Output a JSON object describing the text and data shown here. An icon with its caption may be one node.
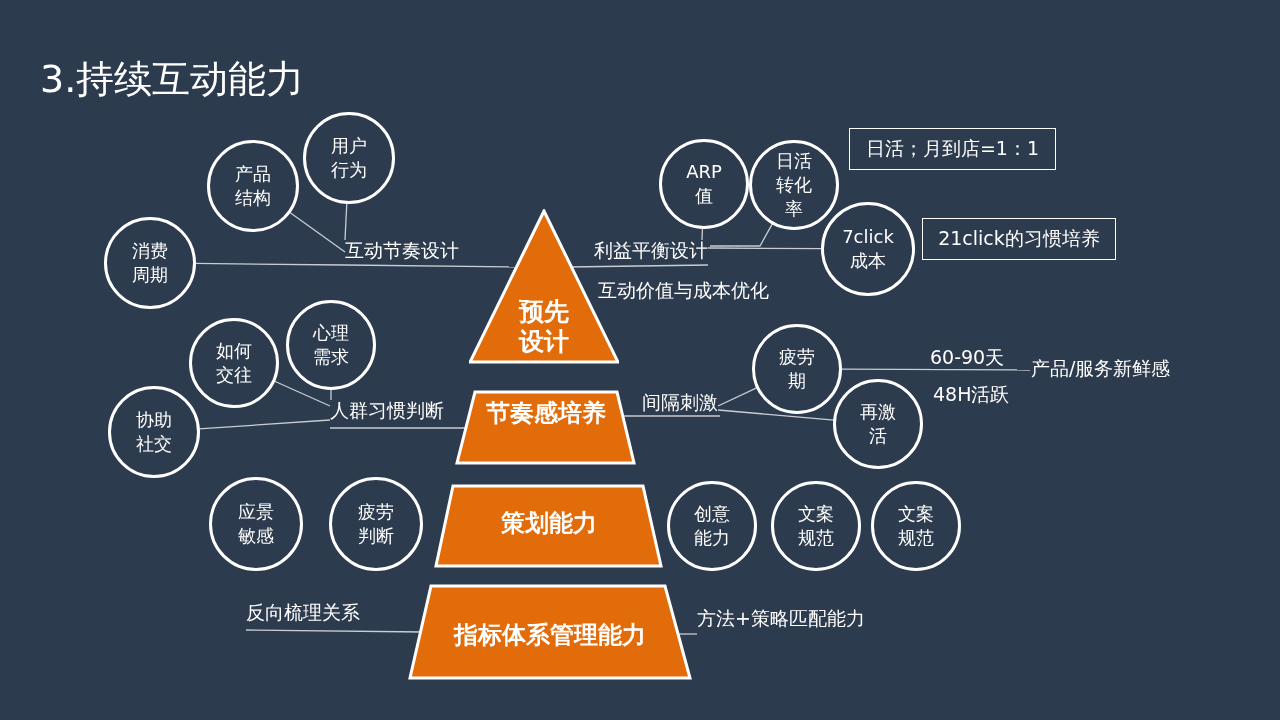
{
  "diagram": {
    "title": "3.持续互动能力",
    "nodes": [
      {
        "text": [
          "预先设计"
        ]
      },
      {
        "text": [
          "节奏感培养"
        ]
      },
      {
        "text": [
          "策划能力"
        ]
      },
      {
        "text": [
          "指标体系管理能力"
        ]
      },
      {
        "text": [
          "互动节奏设计"
        ]
      },
      {
        "text": [
          "消费周期"
        ]
      },
      {
        "text": [
          "产品结构"
        ]
      },
      {
        "text": [
          "用户行为"
        ]
      },
      {
        "text": [
          "利益平衡设计"
        ]
      },
      {
        "text": [
          "ARP值"
        ]
      },
      {
        "text": [
          "日活转化率"
        ]
      },
      {
        "text": [
          "7click成本"
        ]
      },
      {
        "text": [
          "日活；月到店=1：1"
        ]
      },
      {
        "text": [
          "21click的习惯培养"
        ]
      },
      {
        "text": [
          "人群习惯判断"
        ]
      },
      {
        "text": [
          "如何交往"
        ]
      },
      {
        "text": [
          "心理需求"
        ]
      },
      {
        "text": [
          "协助社交"
        ]
      },
      {
        "text": [
          "间隔刺激"
        ]
      },
      {
        "text": [
          "疲劳期"
        ]
      },
      {
        "text": [
          "再激活"
        ]
      },
      {
        "text": [
          "产品/服务新鲜感"
        ]
      },
      {
        "text": [
          "应景敏感"
        ]
      },
      {
        "text": [
          "疲劳判断"
        ]
      },
      {
        "text": [
          "创意能力"
        ]
      },
      {
        "text": [
          "文案规范"
        ]
      },
      {
        "text": [
          "文案规范"
        ]
      },
      {
        "text": [
          "反向梳理关系"
        ]
      },
      {
        "text": [
          "方法+策略匹配能力"
        ]
      }
    ],
    "edges": [
      {
        "from": 4,
        "to": 0,
        "arrow": "none"
      },
      {
        "from": 5,
        "to": 4,
        "arrow": "none"
      },
      {
        "from": 6,
        "to": 4,
        "arrow": "none"
      },
      {
        "from": 7,
        "to": 4,
        "arrow": "none"
      },
      {
        "from": 8,
        "to": 0,
        "arrow": "none"
      },
      {
        "from": 9,
        "to": 8,
        "arrow": "none"
      },
      {
        "from": 10,
        "to": 8,
        "arrow": "none"
      },
      {
        "from": 11,
        "to": 8,
        "arrow": "none"
      },
      {
        "from": 14,
        "to": 1,
        "arrow": "none"
      },
      {
        "from": 15,
        "to": 14,
        "arrow": "none"
      },
      {
        "from": 16,
        "to": 14,
        "arrow": "none"
      },
      {
        "from": 17,
        "to": 14,
        "arrow": "none"
      },
      {
        "from": 18,
        "to": 1,
        "arrow": "none"
      },
      {
        "from": 19,
        "to": 18,
        "arrow": "none"
      },
      {
        "from": 20,
        "to": 18,
        "arrow": "none"
      },
      {
        "from": 19,
        "to": 21,
        "arrow": "none",
        "label": "60-90天"
      },
      {
        "from": 27,
        "to": 3,
        "arrow": "none"
      },
      {
        "from": 28,
        "to": 3,
        "arrow": "none"
      }
    ],
    "labels": [
      "互动价值与成本优化",
      "48H活跃"
    ]
  }
}
